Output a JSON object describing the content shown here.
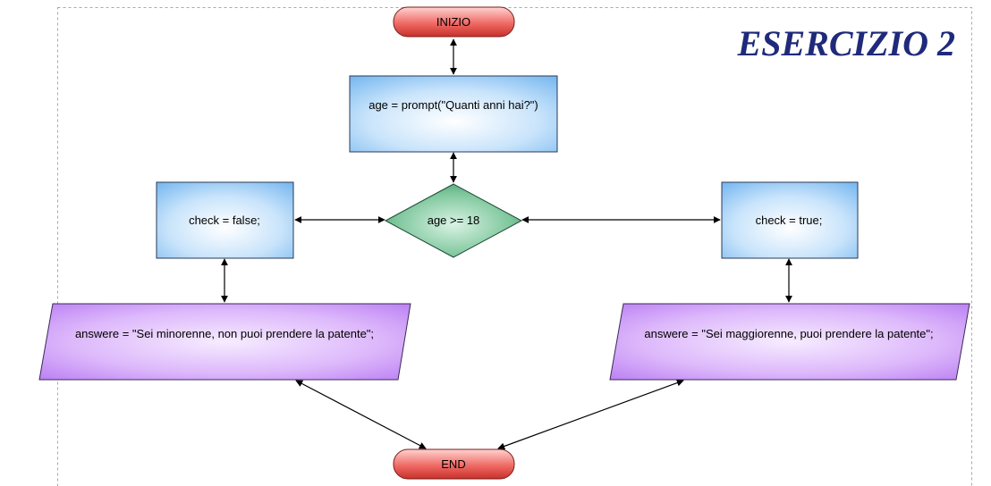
{
  "title": "ESERCIZIO 2",
  "nodes": {
    "start": "INIZIO",
    "prompt": "age = prompt(\"Quanti anni hai?\")",
    "decision": "age >= 18",
    "check_false": "check = false;",
    "check_true": "check = true;",
    "answer_minor": "answere = \"Sei minorenne, non puoi prendere la patente\";",
    "answer_major": "answere = \"Sei maggiorenne, puoi prendere la patente\";",
    "end": "END"
  },
  "colors": {
    "terminator": "#e0504a",
    "process": "#8fc6f5",
    "decision": "#4fa576",
    "io": "#c58bf5",
    "title": "#1f2a7a"
  }
}
